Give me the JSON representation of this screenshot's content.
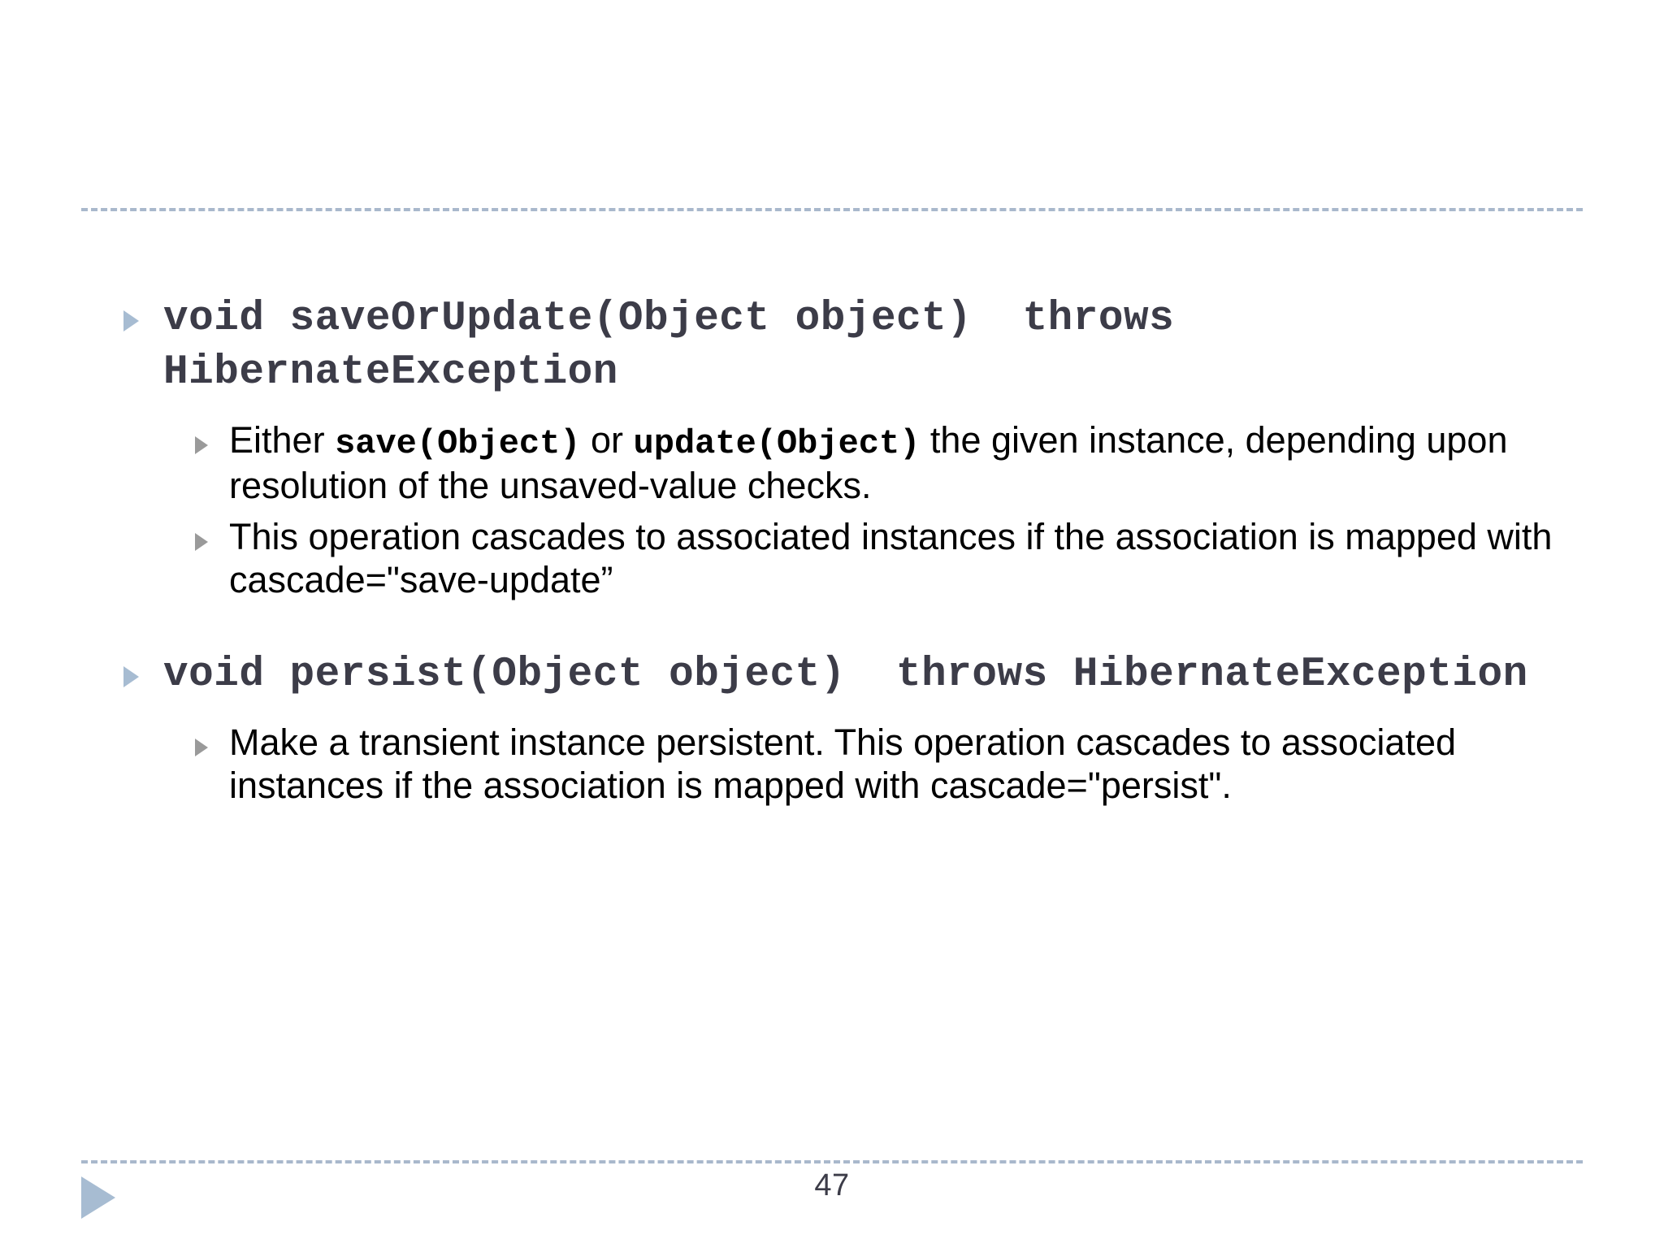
{
  "slide": {
    "page_number": "47",
    "colors": {
      "rule": "#a9b8cc",
      "level1_marker": "#a7bcd2",
      "level2_marker": "#9a9a9a",
      "level1_text": "#3c3c48",
      "level2_text": "#000000",
      "footer_triangle": "#a7bcd2",
      "background": "#ffffff"
    },
    "blocks": [
      {
        "signature": "void saveOrUpdate(Object object)  throws HibernateException",
        "details": [
          {
            "parts": [
              {
                "kind": "text",
                "value": "Either "
              },
              {
                "kind": "code",
                "value": "save(Object)"
              },
              {
                "kind": "text",
                "value": " or "
              },
              {
                "kind": "code",
                "value": "update(Object)"
              },
              {
                "kind": "text",
                "value": " the given instance, depending upon resolution of the unsaved-value checks."
              }
            ]
          },
          {
            "parts": [
              {
                "kind": "text",
                "value": "This operation cascades to associated instances if the association is mapped with cascade=\"save-update”"
              }
            ]
          }
        ]
      },
      {
        "signature": "void persist(Object object)  throws HibernateException",
        "details": [
          {
            "parts": [
              {
                "kind": "text",
                "value": "Make a transient instance persistent. This operation cascades to associated instances if the association is mapped with cascade=\"persist\"."
              }
            ]
          }
        ]
      }
    ]
  }
}
